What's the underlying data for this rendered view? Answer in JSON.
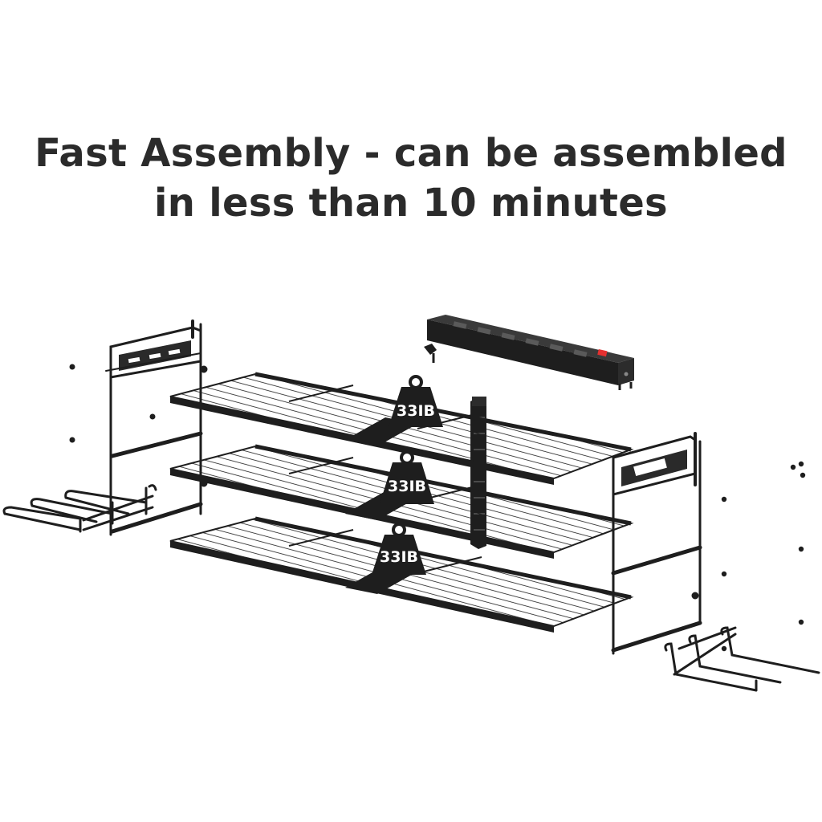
{
  "headline": {
    "line1": "Fast Assembly - can be assembled",
    "line2": "in less than 10 minutes"
  },
  "weights": {
    "top": "33IB",
    "middle": "33IB",
    "bottom": "33IB"
  },
  "colors": {
    "text": "#2b2b2b",
    "metal": "#1e1e1e",
    "switch": "#e53030"
  }
}
